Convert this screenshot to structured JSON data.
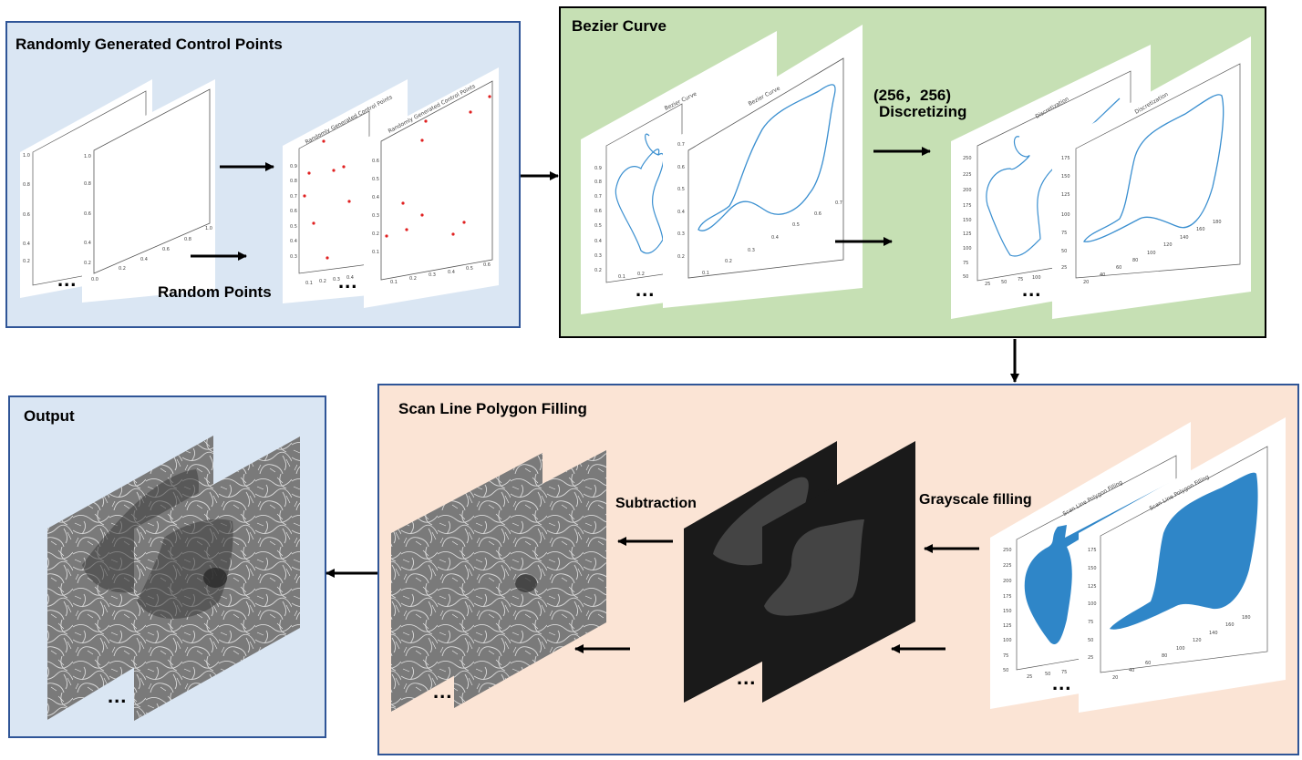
{
  "panels": {
    "control_points": {
      "title": "Randomly Generated Control Points"
    },
    "bezier": {
      "title": "Bezier Curve"
    },
    "scanline": {
      "title": "Scan Line Polygon Filling"
    },
    "output": {
      "title": "Output"
    }
  },
  "labels": {
    "random_points": "Random Points",
    "resolution": "(256，256)",
    "discretizing": "Discretizing",
    "subtraction": "Subtraction",
    "grayscale_filling": "Grayscale filling",
    "ellipsis": "..."
  },
  "plot_titles": {
    "control": "Randomly Generated Control Points",
    "bezier": "Bezier Curve",
    "discretization": "Discretization",
    "scanline": "Scan Line Polygon Filling"
  },
  "colors": {
    "blue_panel": "#dae6f3",
    "green_panel": "#c6e0b4",
    "peach_panel": "#fbe4d5",
    "panel_border": "#2f5597",
    "curve": "#3a8fd0",
    "point": "#e02020",
    "fill": "#2f86c8"
  }
}
